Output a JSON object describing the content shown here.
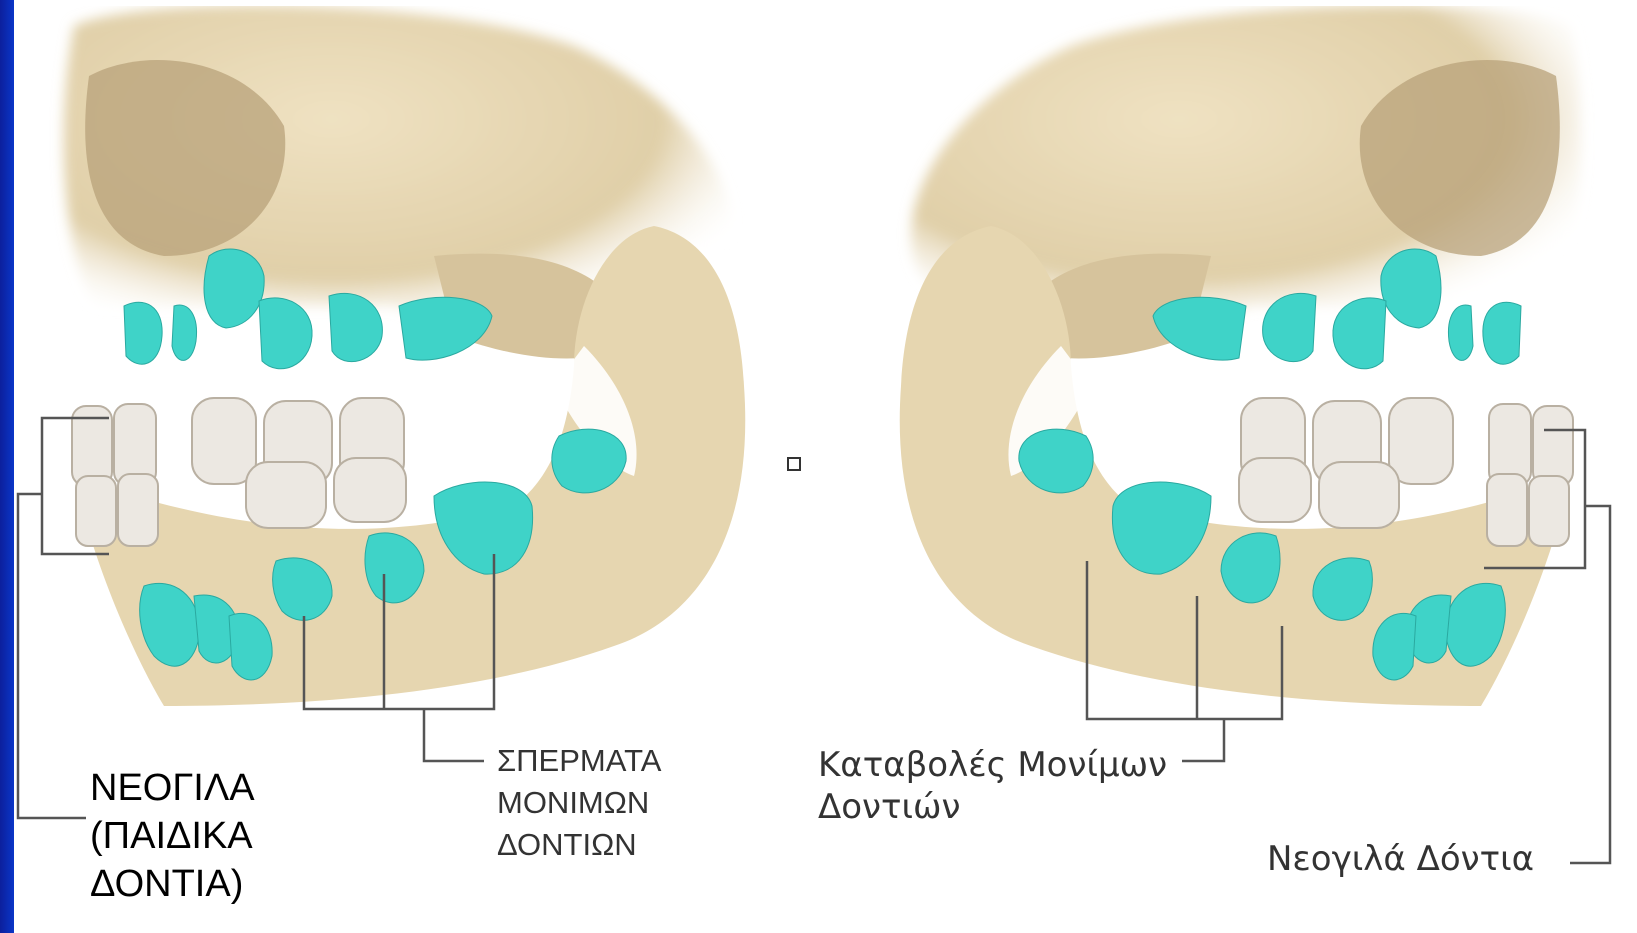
{
  "colors": {
    "bone": "#e8d9b7",
    "bone_shadow": "#c9b58d",
    "tooth_bud": "#3fd3c8",
    "erupted_tooth": "#ece8e2",
    "leader_line": "#555555",
    "frame_blue": "#0a36c8"
  },
  "left_panel": {
    "primary_teeth_label": "ΝΕΟΓΙΛΑ\n(ΠΑΙΔΙΚΑ\nΔΟΝΤΙΑ)",
    "permanent_buds_label": "ΣΠΕΡΜΑΤΑ\nΜΟΝΙΜΩΝ\nΔΟΝΤΙΩΝ"
  },
  "right_panel": {
    "permanent_buds_label": "Καταβολές Μονίμων\nΔοντιών",
    "primary_teeth_label": "Νεογιλά Δόντια"
  },
  "icons": {
    "center": "small-square-icon"
  }
}
